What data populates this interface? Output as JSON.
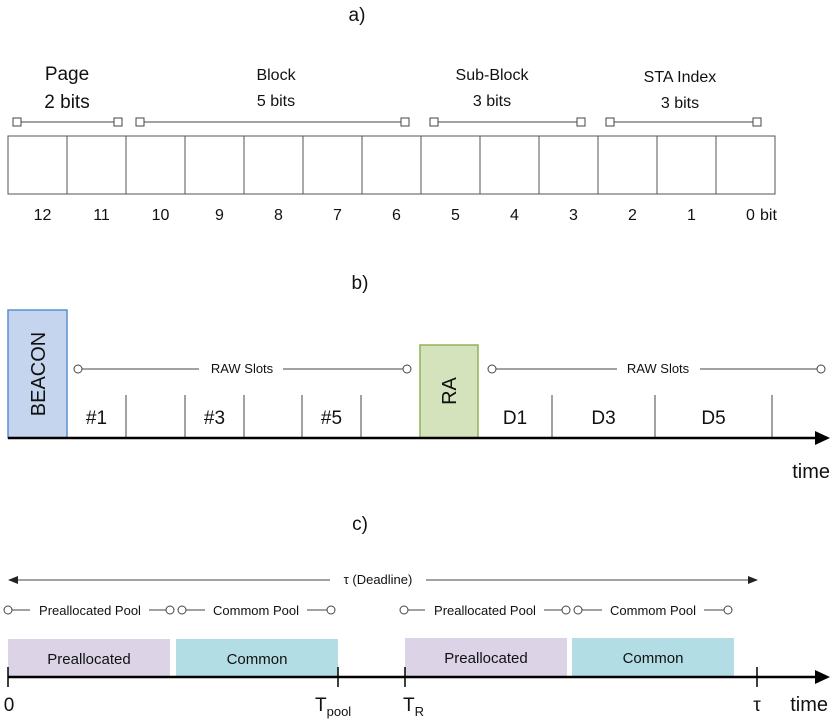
{
  "panel_a": {
    "label": "a)",
    "fields": [
      {
        "name": "Page",
        "size": "2 bits"
      },
      {
        "name": "Block",
        "size": "5 bits"
      },
      {
        "name": "Sub-Block",
        "size": "3 bits"
      },
      {
        "name": "STA Index",
        "size": "3 bits"
      }
    ],
    "bits": [
      "12",
      "11",
      "10",
      "9",
      "8",
      "7",
      "6",
      "5",
      "4",
      "3",
      "2",
      "1",
      "0"
    ],
    "bit_unit": "bit"
  },
  "panel_b": {
    "label": "b)",
    "beacon": "BEACON",
    "raw_slots_label": "RAW Slots",
    "slots_group1": [
      "#1",
      "",
      "#3",
      "",
      "#5",
      ""
    ],
    "ra": "RA",
    "slots_group2": [
      "D1",
      "D3",
      "D5",
      ""
    ],
    "time_label": "time",
    "colors": {
      "beacon_fill": "#c5d5ee",
      "beacon_stroke": "#5b8fd4",
      "ra_fill": "#d5e3bc",
      "ra_stroke": "#8fb35a"
    }
  },
  "panel_c": {
    "label": "c)",
    "deadline": "τ (Deadline)",
    "pool_labels": [
      "Preallocated Pool",
      "Commom Pool",
      "Preallocated Pool",
      "Commom Pool"
    ],
    "blocks": [
      "Preallocated",
      "Common",
      "Preallocated",
      "Common"
    ],
    "axis": {
      "zero": "0",
      "t_pool": "T",
      "t_pool_sub": "pool",
      "t_r": "T",
      "t_r_sub": "R",
      "tau": "τ",
      "time": "time"
    },
    "colors": {
      "preallocated": "#dcd4e6",
      "common": "#b3dde4"
    }
  }
}
